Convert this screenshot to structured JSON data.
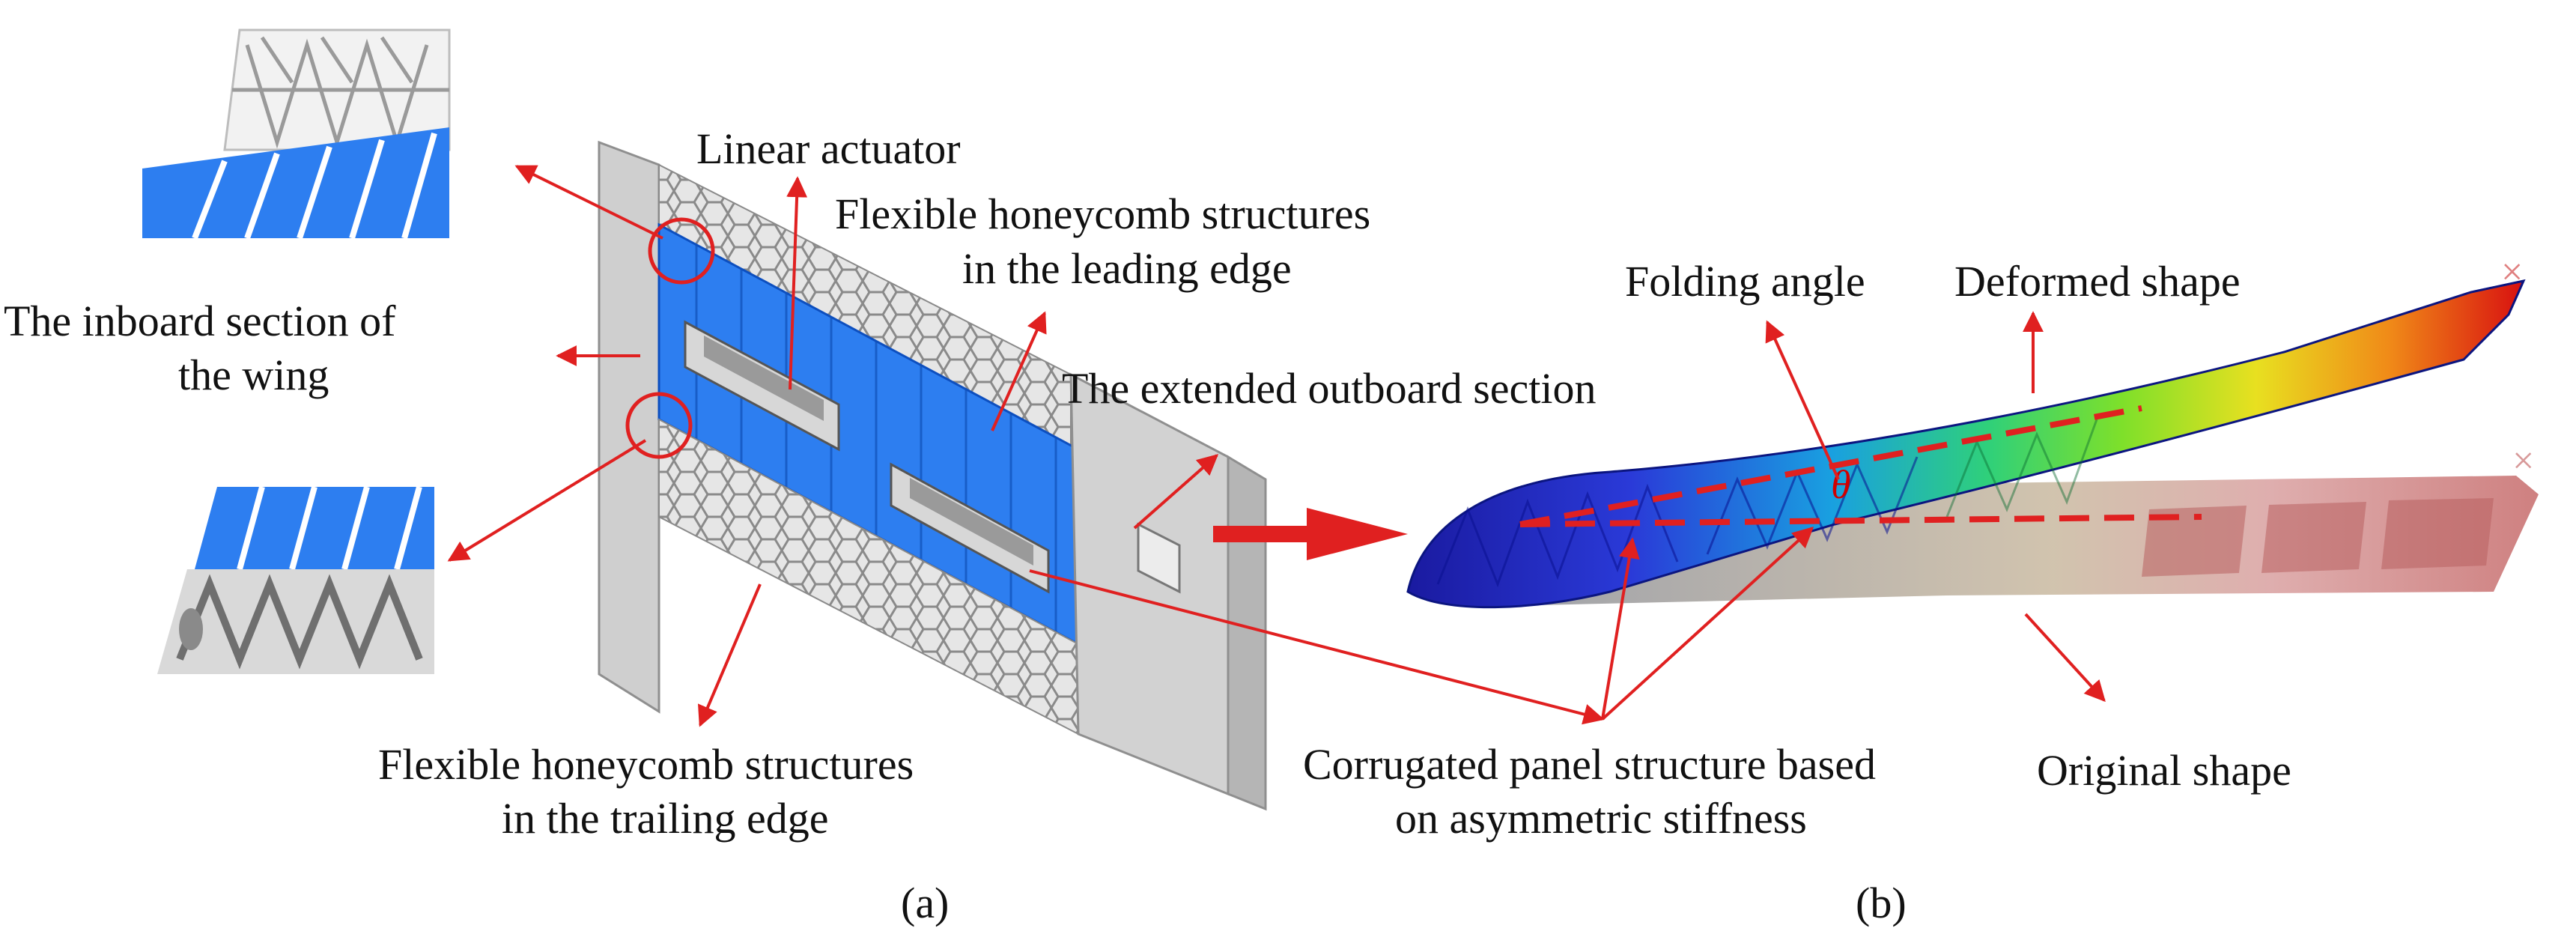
{
  "labels": {
    "linear_actuator": "Linear actuator",
    "flex_leading_1": "Flexible honeycomb structures",
    "flex_leading_2": "in the leading edge",
    "inboard_1": "The inboard section of",
    "inboard_2": "the wing",
    "extended_outboard": "The extended outboard section",
    "flex_trailing_1": "Flexible honeycomb structures",
    "flex_trailing_2": "in the trailing edge",
    "folding_angle": "Folding angle",
    "deformed_shape": "Deformed shape",
    "corrugated_1": "Corrugated panel structure based",
    "corrugated_2": "on asymmetric stiffness",
    "original_shape": "Original shape",
    "theta_symbol": "θ"
  },
  "panels": {
    "a": "(a)",
    "b": "(b)"
  },
  "colors": {
    "annotation_red": "#e02020",
    "wing_gray": "#c8c8c8",
    "panel_blue": "#1e74e8",
    "original_shape_red": "#c87070"
  }
}
